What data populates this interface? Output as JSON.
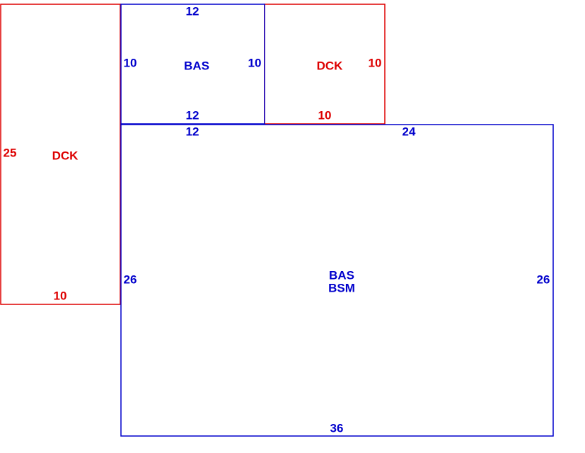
{
  "colors": {
    "living": "#0000cc",
    "deck": "#dd0000"
  },
  "areas": {
    "main_living": {
      "code_1": "BAS",
      "code_2": "BSM",
      "dims": {
        "top_left": "12",
        "top_right": "24",
        "left": "26",
        "right": "26",
        "bottom": "36"
      }
    },
    "upper_living": {
      "code": "BAS",
      "dims": {
        "top": "12",
        "bottom": "12",
        "left": "10",
        "right": "10"
      }
    },
    "left_deck": {
      "code": "DCK",
      "dims": {
        "side": "25",
        "bottom": "10"
      }
    },
    "upper_deck": {
      "code": "DCK",
      "dims": {
        "side": "10",
        "bottom": "10"
      }
    }
  }
}
